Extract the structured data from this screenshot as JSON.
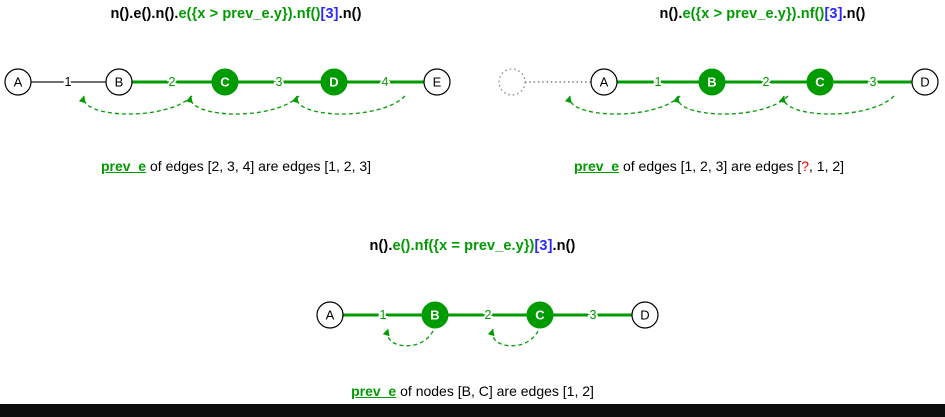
{
  "colors": {
    "green": "#009b00",
    "blue": "#2929ff",
    "red": "#ee0000",
    "black": "#000000"
  },
  "diagrams": [
    {
      "name": "prev_e-of-edges-full-chain",
      "title_segments": [
        {
          "text": "n().e().n().",
          "color": "black"
        },
        {
          "text": "e({x > prev_e.y}).nf()",
          "color": "green"
        },
        {
          "text": "[3]",
          "color": "blue"
        },
        {
          "text": ".n()",
          "color": "black"
        }
      ],
      "nodes": [
        {
          "label": "A",
          "style": "open"
        },
        {
          "label": "B",
          "style": "open"
        },
        {
          "label": "C",
          "style": "filled"
        },
        {
          "label": "D",
          "style": "filled"
        },
        {
          "label": "E",
          "style": "open"
        }
      ],
      "edges": [
        {
          "label": "1",
          "color": "black"
        },
        {
          "label": "2",
          "color": "green"
        },
        {
          "label": "3",
          "color": "green"
        },
        {
          "label": "4",
          "color": "green"
        }
      ],
      "caption_segments": [
        {
          "text": "prev_e",
          "color": "green",
          "bold": true,
          "underline": true
        },
        {
          "text": " of edges [2, 3, 4] are edges [1, 2, 3]",
          "color": "black"
        }
      ]
    },
    {
      "name": "prev_e-of-edges-unknown-first",
      "has_ghost_prev": true,
      "title_segments": [
        {
          "text": "n().",
          "color": "black"
        },
        {
          "text": "e({x > prev_e.y}).nf()",
          "color": "green"
        },
        {
          "text": "[3]",
          "color": "blue"
        },
        {
          "text": ".n()",
          "color": "black"
        }
      ],
      "nodes": [
        {
          "label": "",
          "style": "ghost"
        },
        {
          "label": "A",
          "style": "open"
        },
        {
          "label": "B",
          "style": "filled"
        },
        {
          "label": "C",
          "style": "filled"
        },
        {
          "label": "D",
          "style": "open"
        }
      ],
      "edges": [
        {
          "label": "1",
          "color": "green"
        },
        {
          "label": "2",
          "color": "green"
        },
        {
          "label": "3",
          "color": "green"
        }
      ],
      "caption_segments": [
        {
          "text": "prev_e",
          "color": "green",
          "bold": true,
          "underline": true
        },
        {
          "text": " of edges [1, 2, 3] are edges [",
          "color": "black"
        },
        {
          "text": "?",
          "color": "red"
        },
        {
          "text": ", 1, 2]",
          "color": "black"
        }
      ]
    },
    {
      "name": "prev_e-of-nodes",
      "title_segments": [
        {
          "text": "n().",
          "color": "black"
        },
        {
          "text": "e().nf({x = prev_e.y})",
          "color": "green"
        },
        {
          "text": "[3]",
          "color": "blue"
        },
        {
          "text": ".n()",
          "color": "black"
        }
      ],
      "nodes": [
        {
          "label": "A",
          "style": "open"
        },
        {
          "label": "B",
          "style": "filled"
        },
        {
          "label": "C",
          "style": "filled"
        },
        {
          "label": "D",
          "style": "open"
        }
      ],
      "edges": [
        {
          "label": "1",
          "color": "green"
        },
        {
          "label": "2",
          "color": "green"
        },
        {
          "label": "3",
          "color": "green"
        }
      ],
      "caption_segments": [
        {
          "text": "prev_e",
          "color": "green",
          "bold": true,
          "underline": true
        },
        {
          "text": " of nodes [B, C] are edges [1, 2]",
          "color": "black"
        }
      ]
    }
  ]
}
